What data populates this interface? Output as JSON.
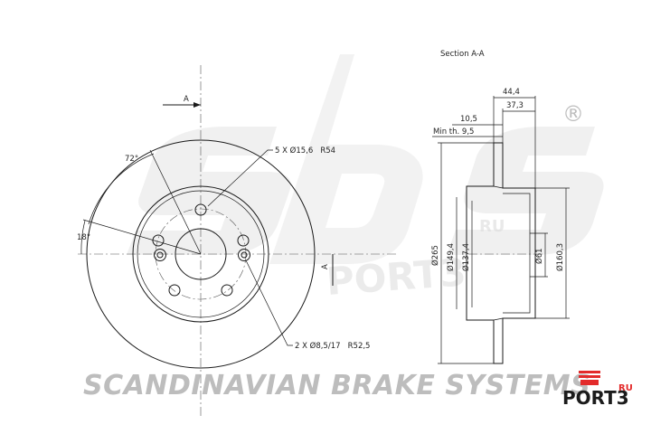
{
  "section_label": "Section A-A",
  "view_marker": "A",
  "angles": {
    "top": "72°",
    "side": "18°"
  },
  "holes": {
    "bolt": "5 X Ø15,6   R54",
    "locating": "2 X Ø8,5/17   R52,5"
  },
  "dimensions": {
    "overall_height": "44,4",
    "hat_depth": "37,3",
    "thickness": "10,5",
    "min_thickness": "Min th. 9,5",
    "outer_dia": "Ø265",
    "d1": "Ø149,4",
    "d2": "Ø137,4",
    "center_bore": "Ø61",
    "hub_dia": "Ø160,3"
  },
  "watermark": {
    "brand": "sbs",
    "reg": "®",
    "store": "PORT3",
    "store_ru": "RU"
  },
  "footer": {
    "company": "SCANDINAVIAN BRAKE SYSTEMS"
  },
  "logo": {
    "text": "PORT3",
    "ru": "RU"
  },
  "colors": {
    "accent": "#e32b2b",
    "line": "#1a1a1a",
    "watermark": "#d6d6d6"
  }
}
